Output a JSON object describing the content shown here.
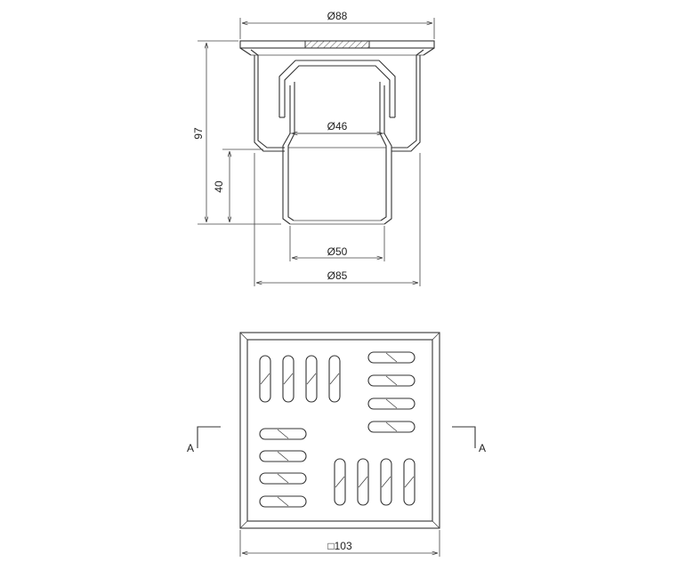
{
  "top_view": {
    "dimensions": {
      "top_flange_diameter": "Ø88",
      "total_height": "97",
      "outlet_length": "40",
      "inner_diameter": "Ø46",
      "outlet_diameter": "Ø50",
      "body_diameter": "Ø85"
    }
  },
  "grate_view": {
    "section_label_left": "A",
    "section_label_right": "A",
    "size": "□103"
  }
}
